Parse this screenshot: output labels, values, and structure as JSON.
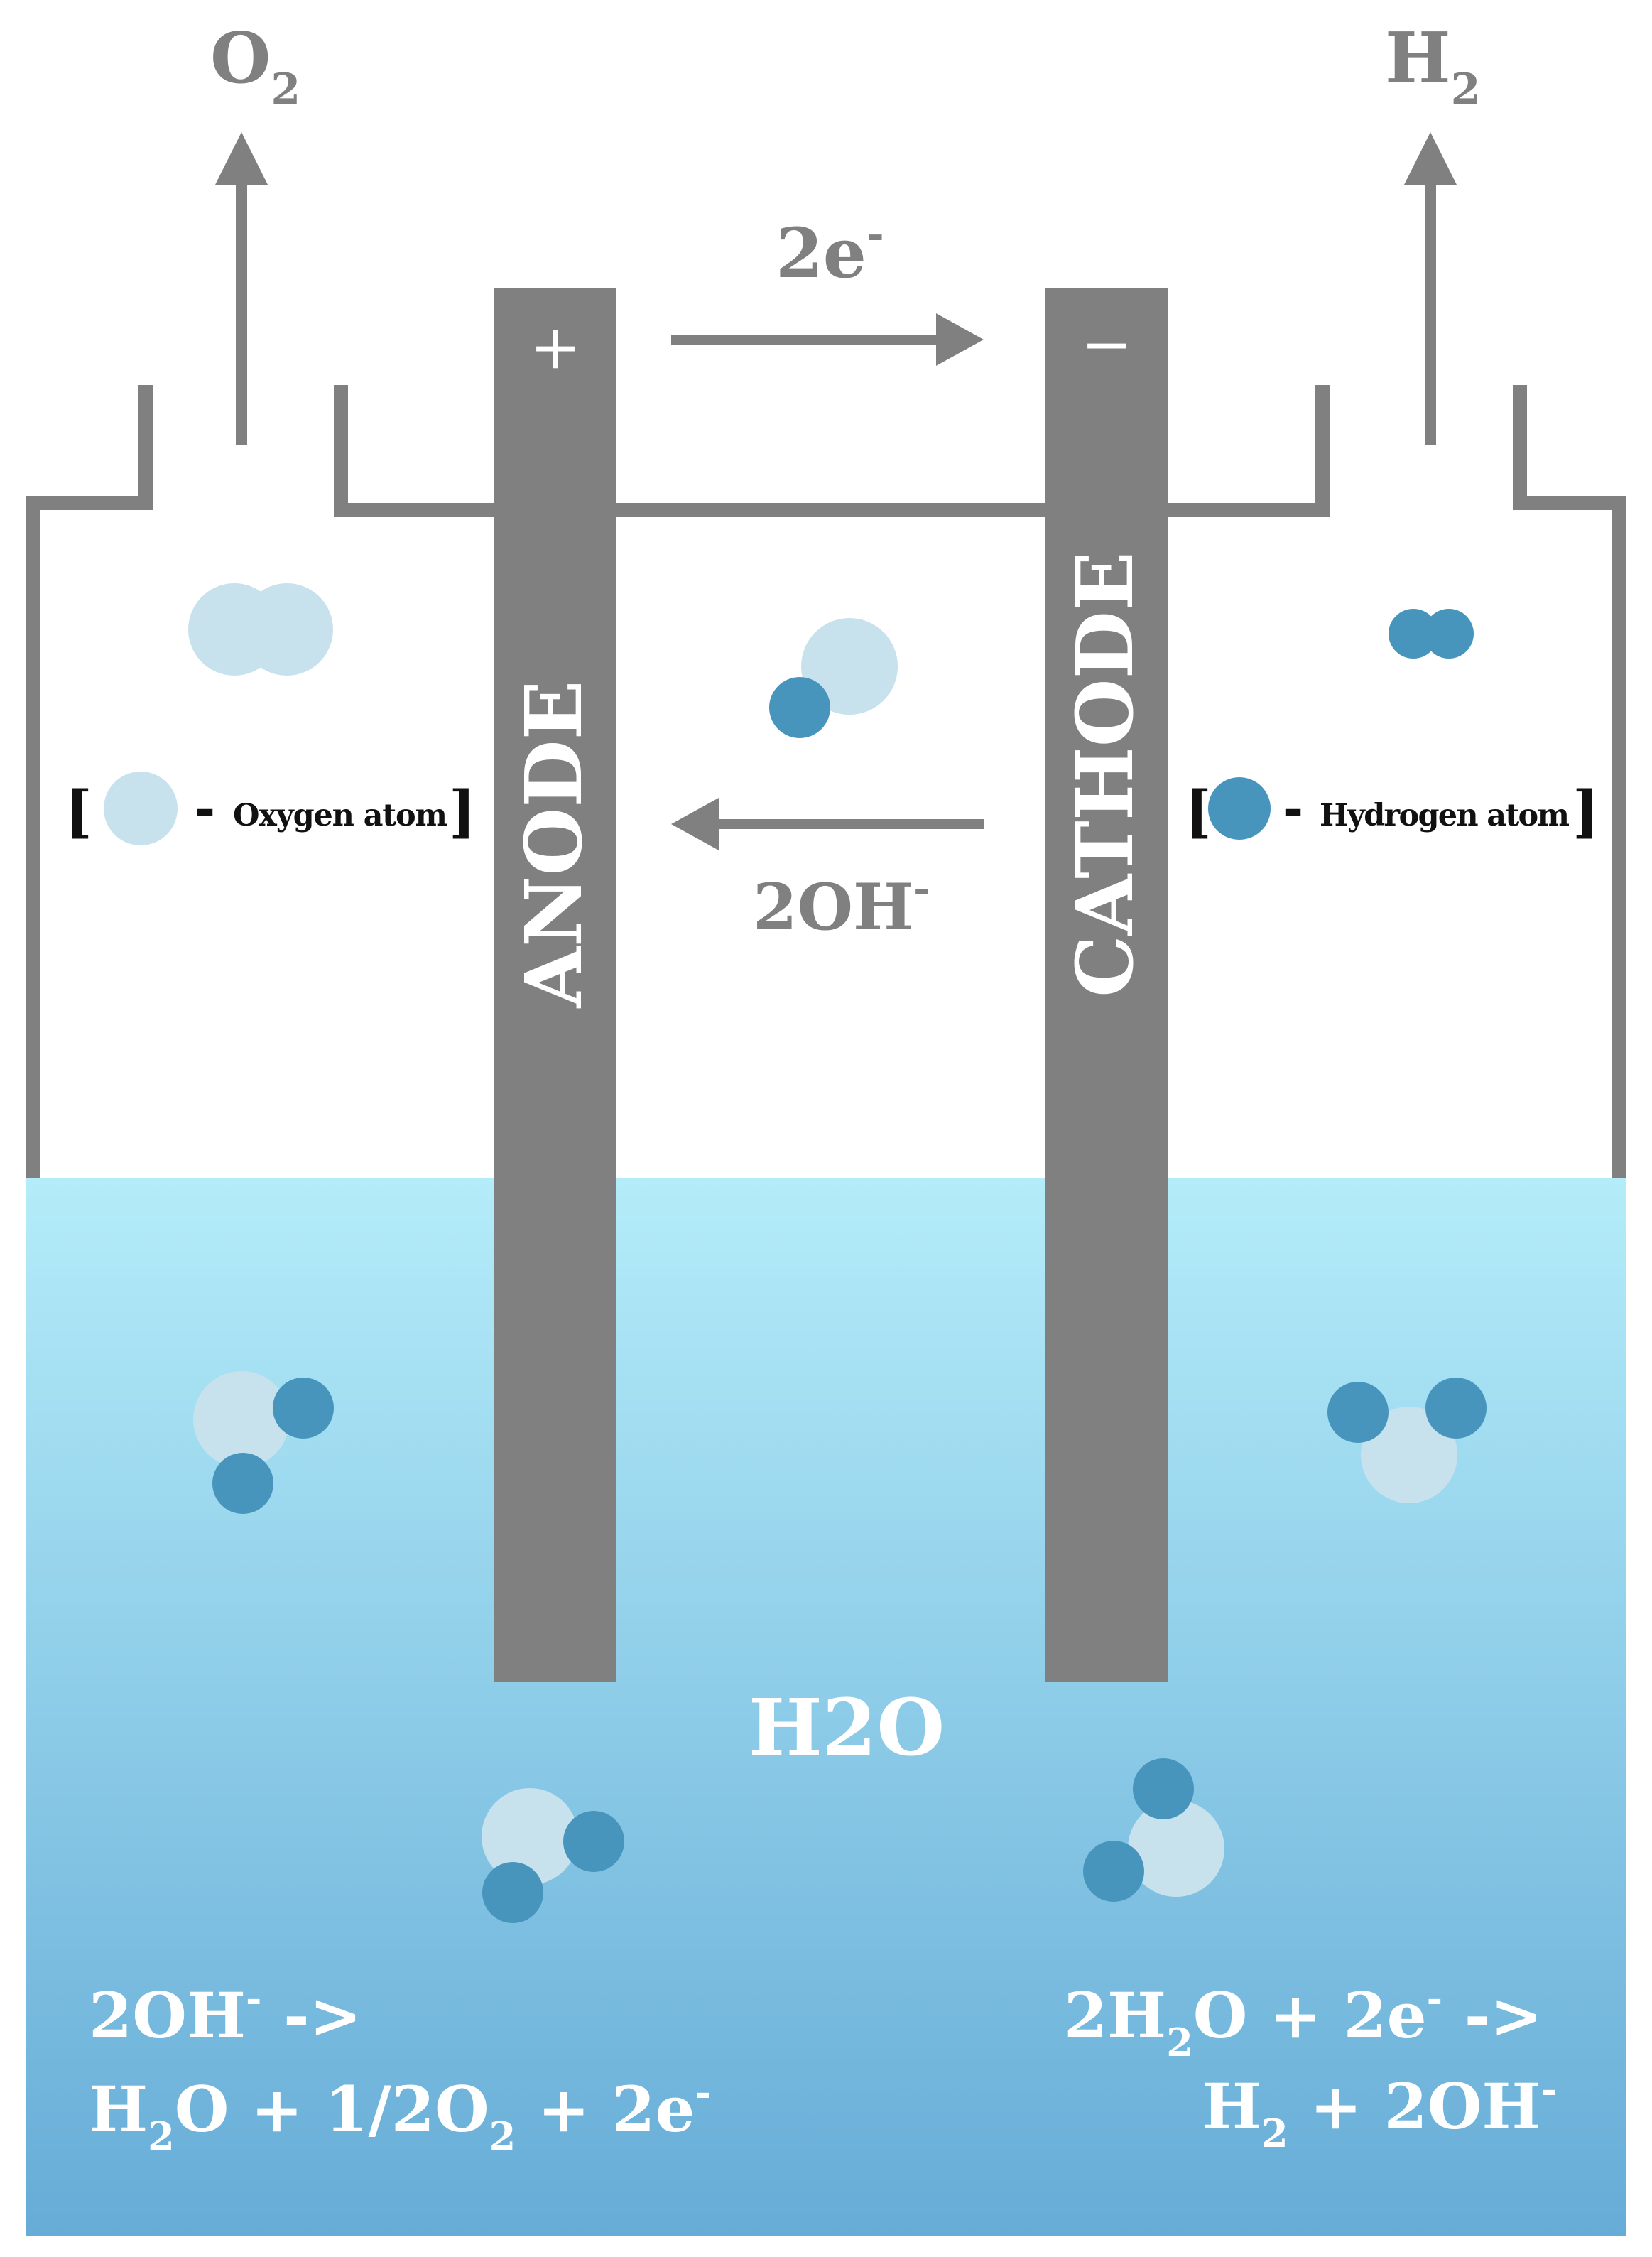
{
  "gases": {
    "left": {
      "base": "O",
      "sub": "2"
    },
    "right": {
      "base": "H",
      "sub": "2"
    }
  },
  "electrodes": {
    "anode": {
      "label": "ANODE",
      "sign": "+"
    },
    "cathode": {
      "label": "CATHODE",
      "sign": "−"
    }
  },
  "electron_flow": {
    "base": "2e",
    "sup": "-"
  },
  "ion_flow": {
    "base": "2OH",
    "sup": "-"
  },
  "legend": {
    "oxygen": {
      "open": "[",
      "dash": "-",
      "text": "Oxygen atom",
      "close": "]"
    },
    "hydrogen": {
      "open": "[",
      "dash": "-",
      "text": "Hydrogen atom",
      "close": "]"
    }
  },
  "electrolyte_label": "H2O",
  "reactions": {
    "anode": {
      "line1": {
        "a": "2OH",
        "a_sup": "-",
        "b": " ->"
      },
      "line2": {
        "a": "H",
        "a_sub": "2",
        "b": "O + 1/2O",
        "b_sub": "2",
        "c": " + 2e",
        "c_sup": "-"
      }
    },
    "cathode": {
      "line1": {
        "a": "2H",
        "a_sub": "2",
        "b": "O + 2e",
        "b_sup": "-",
        "c": " ->"
      },
      "line2": {
        "a": "H",
        "a_sub": "2",
        "b": " + 2OH",
        "b_sup": "-"
      }
    }
  },
  "colors": {
    "structure": "#808080",
    "oxygen_atom": "#c7e2ec",
    "hydrogen_atom": "#4795bd",
    "water_top": "#b4ecf9",
    "water_bottom": "#66acd7",
    "electrode_text": "#ffffff"
  }
}
